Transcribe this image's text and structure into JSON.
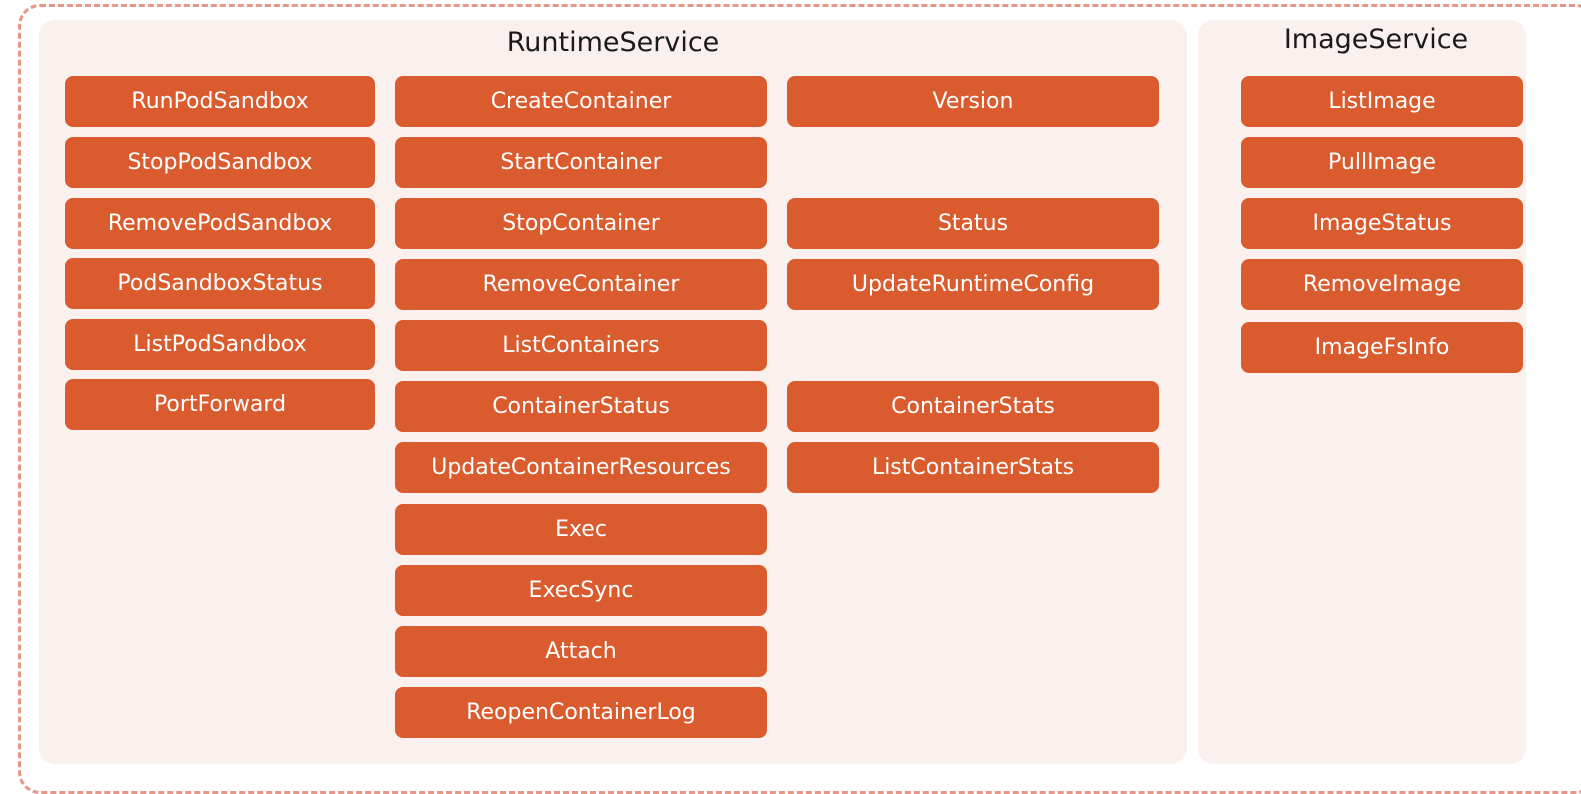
{
  "runtime_service": {
    "title": "RuntimeService",
    "pod_sandbox_methods": [
      "RunPodSandbox",
      "StopPodSandbox",
      "RemovePodSandbox",
      "PodSandboxStatus",
      "ListPodSandbox",
      "PortForward"
    ],
    "container_methods": [
      "CreateContainer",
      "StartContainer",
      "StopContainer",
      "RemoveContainer",
      "ListContainers",
      "ContainerStatus",
      "UpdateContainerResources",
      "Exec",
      "ExecSync",
      "Attach",
      "ReopenContainerLog"
    ],
    "runtime_methods": [
      "Version",
      "Status",
      "UpdateRuntimeConfig",
      "ContainerStats",
      "ListContainerStats"
    ]
  },
  "image_service": {
    "title": "ImageService",
    "methods": [
      "ListImage",
      "PullImage",
      "ImageStatus",
      "RemoveImage",
      "ImageFsInfo"
    ]
  },
  "colors": {
    "button_fill": "#d95b2e",
    "panel_fill": "#faf0ed",
    "outer_border": "#e8968a"
  }
}
